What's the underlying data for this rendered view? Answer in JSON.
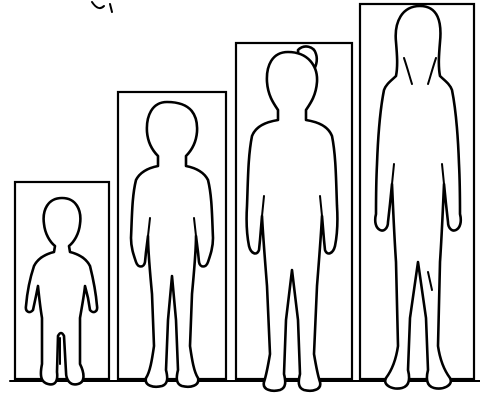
{
  "figures": [
    {
      "name": "toddler",
      "icon": "toddler-silhouette-icon"
    },
    {
      "name": "young-child",
      "icon": "young-child-silhouette-icon"
    },
    {
      "name": "child-with-ponytail",
      "icon": "ponytail-child-silhouette-icon"
    },
    {
      "name": "pre-teen",
      "icon": "pre-teen-silhouette-icon"
    }
  ],
  "colors": {
    "background": "#ffffff",
    "outline": "#000000"
  }
}
